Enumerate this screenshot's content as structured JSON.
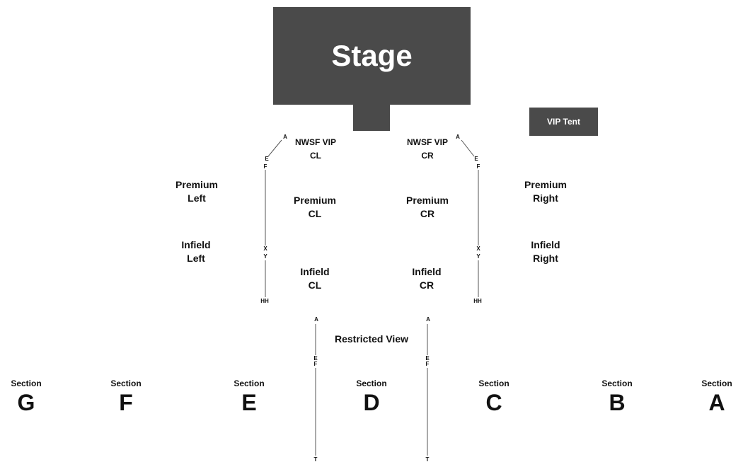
{
  "stage": {
    "label": "Stage"
  },
  "vip_tent": {
    "label": "VIP Tent"
  },
  "sections": {
    "nwsf_vip_cl": [
      "NWSF VIP",
      "CL"
    ],
    "nwsf_vip_cr": [
      "NWSF VIP",
      "CR"
    ],
    "premium_left": [
      "Premium",
      "Left"
    ],
    "premium_cl": [
      "Premium",
      "CL"
    ],
    "premium_cr": [
      "Premium",
      "CR"
    ],
    "premium_right": [
      "Premium",
      "Right"
    ],
    "infield_left": [
      "Infield",
      "Left"
    ],
    "infield_cl": [
      "Infield",
      "CL"
    ],
    "infield_cr": [
      "Infield",
      "CR"
    ],
    "infield_right": [
      "Infield",
      "Right"
    ],
    "restricted_view": "Restricted View"
  },
  "row_markers": {
    "left": {
      "a": "A",
      "e": "E",
      "f": "F",
      "x": "X",
      "y": "Y",
      "hh": "HH"
    },
    "right": {
      "a": "A",
      "e": "E",
      "f": "F",
      "x": "X",
      "y": "Y",
      "hh": "HH"
    },
    "aisle_left": {
      "a": "A",
      "e": "E",
      "f": "F",
      "t": "T"
    },
    "aisle_right": {
      "a": "A",
      "e": "E",
      "f": "F",
      "t": "T"
    }
  },
  "bottom_sections": [
    {
      "word": "Section",
      "letter": "G"
    },
    {
      "word": "Section",
      "letter": "F"
    },
    {
      "word": "Section",
      "letter": "E"
    },
    {
      "word": "Section",
      "letter": "D"
    },
    {
      "word": "Section",
      "letter": "C"
    },
    {
      "word": "Section",
      "letter": "B"
    },
    {
      "word": "Section",
      "letter": "A"
    }
  ]
}
